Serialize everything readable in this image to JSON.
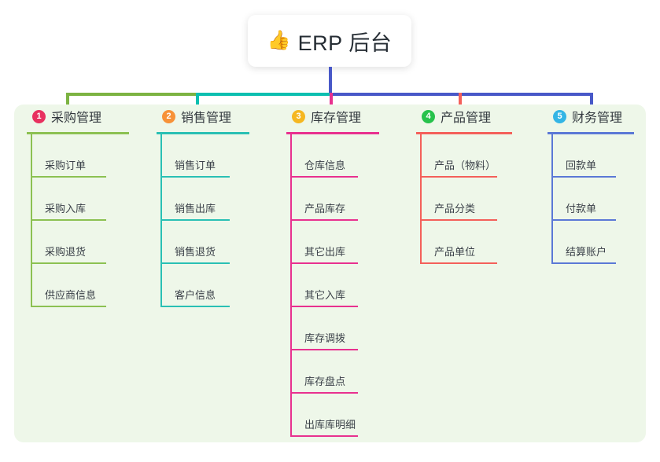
{
  "root": {
    "icon": "thumbs-up-emoji",
    "emoji": "👍",
    "title": "ERP 后台"
  },
  "theme": {
    "panel_bg": "#eef7e9",
    "page_bg": "#ffffff",
    "text": "#3b4149",
    "stem": "#4858c8"
  },
  "connectors": {
    "bus_segments": [
      "#7cb342",
      "#0bbfb0",
      "#4858c8"
    ],
    "drops": [
      "#7cb342",
      "#0bbfb0",
      "#e8318f",
      "#f4605a",
      "#4858c8"
    ]
  },
  "columns": [
    {
      "number": "1",
      "title": "采购管理",
      "badge_color": "#e8315f",
      "line_color": "#8cc152",
      "items": [
        {
          "label": "采购订单"
        },
        {
          "label": "采购入库"
        },
        {
          "label": "采购退货"
        },
        {
          "label": "供应商信息"
        }
      ]
    },
    {
      "number": "2",
      "title": "销售管理",
      "badge_color": "#f79238",
      "line_color": "#2ac0b4",
      "items": [
        {
          "label": "销售订单"
        },
        {
          "label": "销售出库"
        },
        {
          "label": "销售退货"
        },
        {
          "label": "客户信息"
        }
      ]
    },
    {
      "number": "3",
      "title": "库存管理",
      "badge_color": "#f5b721",
      "line_color": "#e8318f",
      "items": [
        {
          "label": "仓库信息"
        },
        {
          "label": "产品库存"
        },
        {
          "label": "其它出库"
        },
        {
          "label": "其它入库"
        },
        {
          "label": "库存调拨"
        },
        {
          "label": "库存盘点"
        },
        {
          "label": "出库库明细"
        }
      ]
    },
    {
      "number": "4",
      "title": "产品管理",
      "badge_color": "#27c24c",
      "line_color": "#f4605a",
      "items": [
        {
          "label": "产品（物料）"
        },
        {
          "label": "产品分类"
        },
        {
          "label": "产品单位"
        }
      ]
    },
    {
      "number": "5",
      "title": "财务管理",
      "badge_color": "#33b5e5",
      "line_color": "#5b78d6",
      "items": [
        {
          "label": "回款单"
        },
        {
          "label": "付款单"
        },
        {
          "label": "结算账户"
        }
      ]
    }
  ]
}
